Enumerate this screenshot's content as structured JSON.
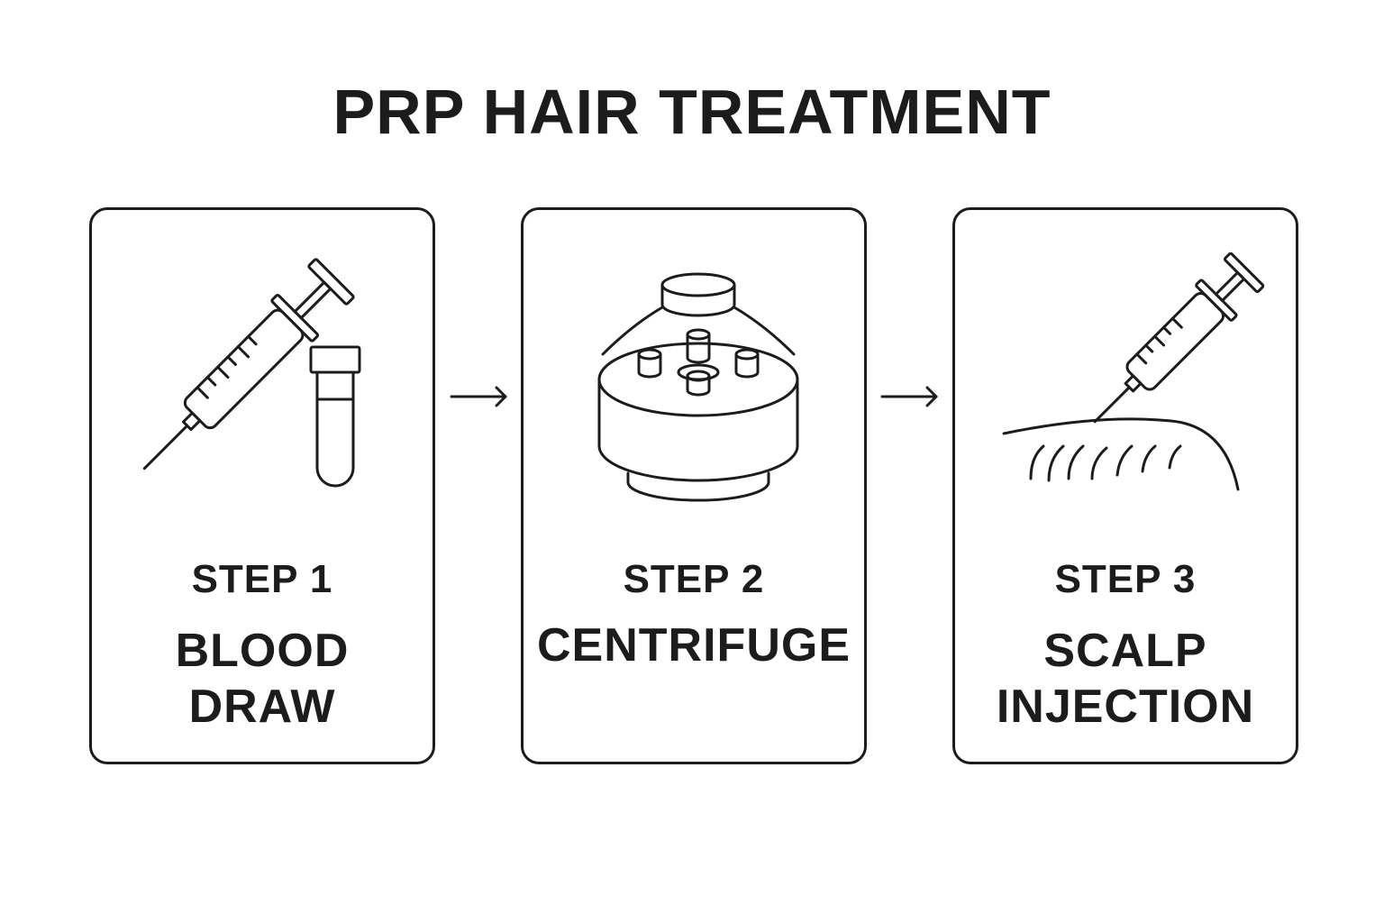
{
  "title": "PRP HAIR TREATMENT",
  "steps": [
    {
      "label": "STEP 1",
      "name_lines": [
        "BLOOD",
        "DRAW"
      ],
      "icon": "syringe-and-test-tube-icon"
    },
    {
      "label": "STEP 2",
      "name_lines": [
        "CENTRIFUGE"
      ],
      "icon": "centrifuge-icon"
    },
    {
      "label": "STEP 3",
      "name_lines": [
        "SCALP",
        "INJECTION"
      ],
      "icon": "syringe-into-scalp-icon"
    }
  ],
  "colors": {
    "stroke": "#1c1c1c",
    "background": "#ffffff"
  }
}
